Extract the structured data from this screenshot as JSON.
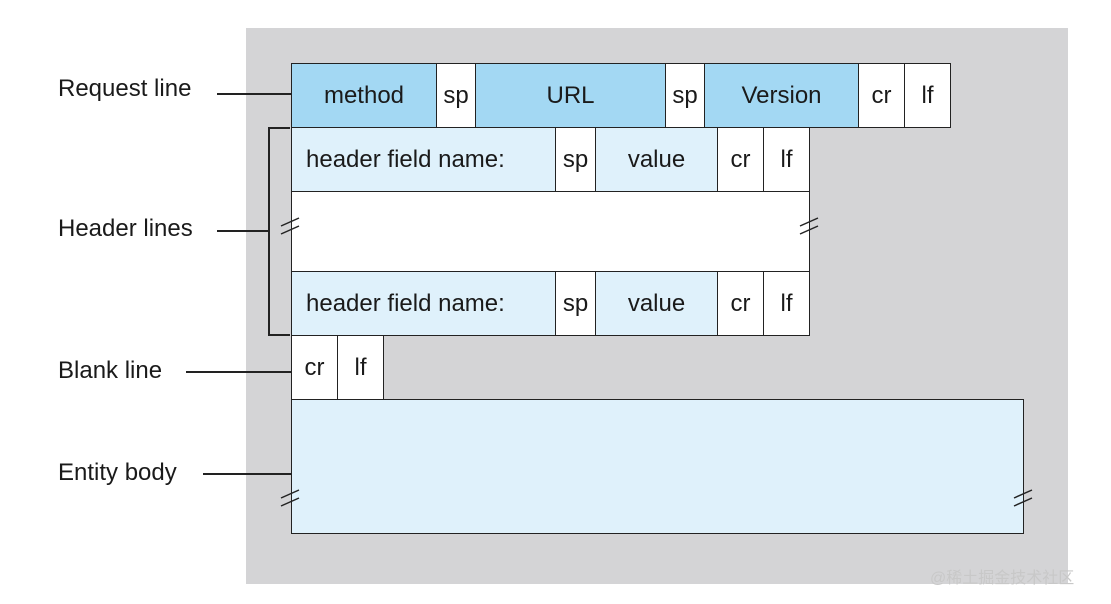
{
  "labels": {
    "request_line": "Request line",
    "header_lines": "Header lines",
    "blank_line": "Blank line",
    "entity_body": "Entity body"
  },
  "request_line": {
    "method": "method",
    "sp1": "sp",
    "url": "URL",
    "sp2": "sp",
    "version": "Version",
    "cr": "cr",
    "lf": "lf"
  },
  "header_line_1": {
    "field_name": "header field name:",
    "sp": "sp",
    "value": "value",
    "cr": "cr",
    "lf": "lf"
  },
  "header_line_2": {
    "field_name": "header field name:",
    "sp": "sp",
    "value": "value",
    "cr": "cr",
    "lf": "lf"
  },
  "blank_line": {
    "cr": "cr",
    "lf": "lf"
  },
  "watermark": "@稀土掘金技术社区",
  "colors": {
    "panel": "#d4d4d6",
    "field_blue": "#a3d8f3",
    "light_blue": "#dff1fb",
    "white": "#ffffff"
  }
}
